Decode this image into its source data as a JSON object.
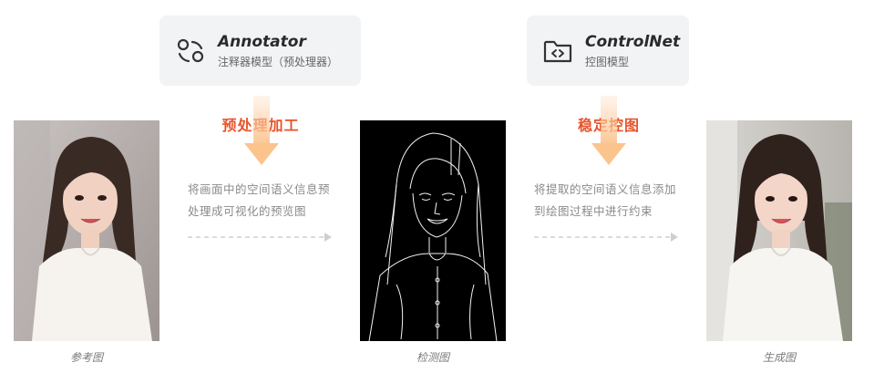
{
  "annotator": {
    "title": "Annotator",
    "subtitle": "注释器模型（预处理器）",
    "icon": "nodes-icon"
  },
  "controlnet": {
    "title": "ControlNet",
    "subtitle": "控图模型",
    "icon": "code-folder-icon"
  },
  "steps": [
    {
      "label": "预处理加工",
      "description_lines": [
        "将画面中的空间语义信息预",
        "处理成可视化的预览图"
      ]
    },
    {
      "label": "稳定控图",
      "description_lines": [
        "将提取的空间语义信息添加",
        "到绘图过程中进行约束"
      ]
    }
  ],
  "images": [
    {
      "caption": "参考图"
    },
    {
      "caption": "检测图"
    },
    {
      "caption": "生成图"
    }
  ],
  "colors": {
    "accent": "#e8542a",
    "arrow": "#fbd3ad",
    "card_bg": "#f2f3f5"
  }
}
